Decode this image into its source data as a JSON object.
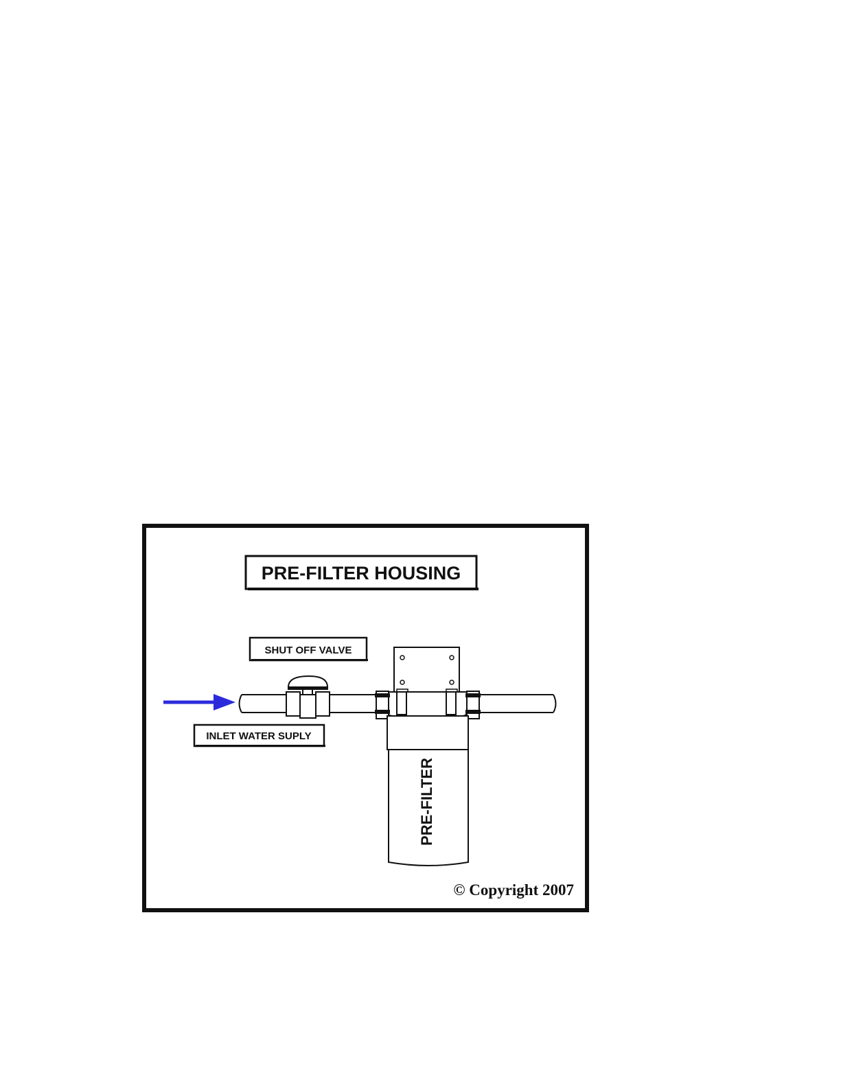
{
  "diagram": {
    "title": "PRE-FILTER HOUSING",
    "valve_label": "SHUT OFF VALVE",
    "inlet_label": "INLET WATER SUPLY",
    "filter_label": "PRE-FILTER",
    "copyright": "© Copyright 2007",
    "arrow_color": "#2b2bdc",
    "line_color": "#111111"
  }
}
